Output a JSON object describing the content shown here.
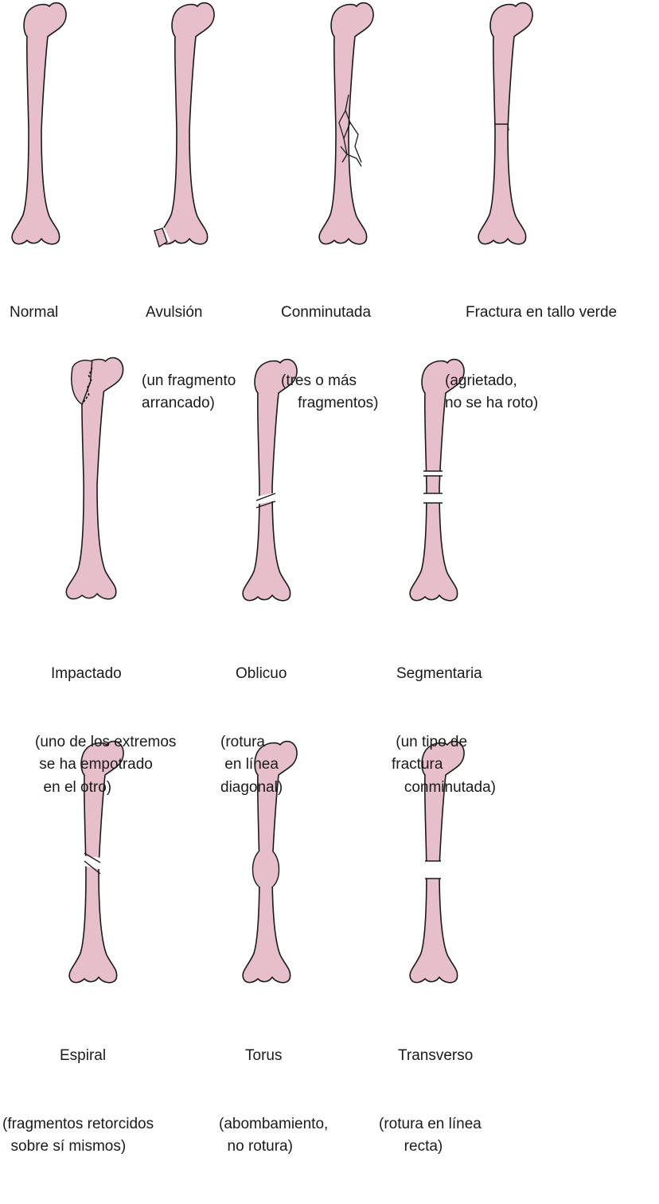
{
  "bone_color": "#e6bfcb",
  "outline_color": "#1a1a1a",
  "fractures": [
    {
      "id": "normal",
      "title": "Normal",
      "detail": ""
    },
    {
      "id": "avulsion",
      "title": "Avulsión",
      "detail": "(un fragmento\narrancado)"
    },
    {
      "id": "comminuted",
      "title": "Conminutada",
      "detail": "(tres o más\n    fragmentos)"
    },
    {
      "id": "greenstick",
      "title": "Fractura en tallo verde",
      "detail": "(agrietado,\nno se ha roto)"
    },
    {
      "id": "impacted",
      "title": "Impactado",
      "detail": "(uno de los extremos\n se ha empotrado\n  en el otro)"
    },
    {
      "id": "oblique",
      "title": "Oblicuo",
      "detail": "(rotura\n en línea\ndiagonal)"
    },
    {
      "id": "segmental",
      "title": "Segmentaria",
      "detail": " (un tipo de\nfractura\n   conminutada)"
    },
    {
      "id": "spiral",
      "title": "Espiral",
      "detail": "(fragmentos retorcidos\n  sobre sí mismos)"
    },
    {
      "id": "torus",
      "title": "Torus",
      "detail": "(abombamiento,\n  no rotura)"
    },
    {
      "id": "transverse",
      "title": "Transverso",
      "detail": "(rotura en línea\n      recta)"
    }
  ]
}
